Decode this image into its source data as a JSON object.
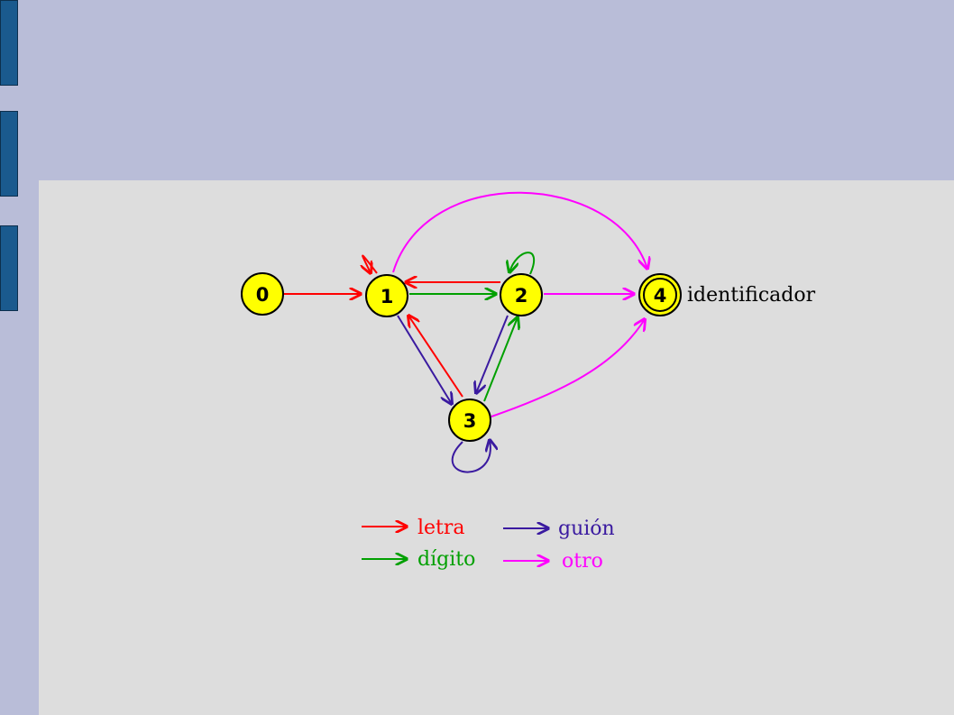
{
  "diagram": {
    "states": [
      {
        "id": "0",
        "accepting": false
      },
      {
        "id": "1",
        "accepting": false
      },
      {
        "id": "2",
        "accepting": false
      },
      {
        "id": "3",
        "accepting": false
      },
      {
        "id": "4",
        "accepting": true,
        "label": "identificador"
      }
    ],
    "transitions": [
      {
        "from": "0",
        "to": "1",
        "kind": "letra"
      },
      {
        "from": "1",
        "to": "1",
        "kind": "letra"
      },
      {
        "from": "1",
        "to": "2",
        "kind": "dígito"
      },
      {
        "from": "2",
        "to": "1",
        "kind": "letra"
      },
      {
        "from": "2",
        "to": "2",
        "kind": "dígito"
      },
      {
        "from": "1",
        "to": "3",
        "kind": "guión"
      },
      {
        "from": "3",
        "to": "1",
        "kind": "letra"
      },
      {
        "from": "2",
        "to": "3",
        "kind": "guión"
      },
      {
        "from": "3",
        "to": "2",
        "kind": "dígito"
      },
      {
        "from": "3",
        "to": "3",
        "kind": "guión"
      },
      {
        "from": "1",
        "to": "4",
        "kind": "otro"
      },
      {
        "from": "2",
        "to": "4",
        "kind": "otro"
      },
      {
        "from": "3",
        "to": "4",
        "kind": "otro"
      }
    ],
    "legend": [
      {
        "label": "letra",
        "color": "#ff0000"
      },
      {
        "label": "dígito",
        "color": "#00a000"
      },
      {
        "label": "guión",
        "color": "#3a1aa0"
      },
      {
        "label": "otro",
        "color": "#ff00ff"
      }
    ]
  },
  "colors": {
    "background": "#b9bdd8",
    "panel": "#dddddd",
    "side_tab": "#1a5a8e",
    "state_fill": "#ffff00"
  }
}
